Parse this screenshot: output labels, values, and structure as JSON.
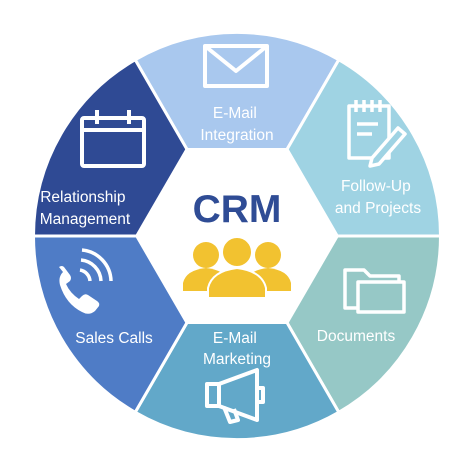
{
  "center": {
    "title": "CRM",
    "icon": "people-group-icon"
  },
  "segments": [
    {
      "id": "email-integration",
      "lines": [
        "E-Mail",
        "Integration"
      ],
      "icon": "envelope-icon",
      "color": "#a9c8ee"
    },
    {
      "id": "follow-up",
      "lines": [
        "Follow-Up",
        "and Projects"
      ],
      "icon": "notepad-pencil-icon",
      "color": "#9fd3e3"
    },
    {
      "id": "documents",
      "lines": [
        "Documents"
      ],
      "icon": "folder-icon",
      "color": "#96c8c6"
    },
    {
      "id": "email-marketing",
      "lines": [
        "E-Mail",
        "Marketing"
      ],
      "icon": "megaphone-icon",
      "color": "#62a8c9"
    },
    {
      "id": "sales-calls",
      "lines": [
        "Sales Calls"
      ],
      "icon": "phone-icon",
      "color": "#4f7cc6"
    },
    {
      "id": "relationship",
      "lines": [
        "Relationship",
        "Management"
      ],
      "icon": "calendar-icon",
      "color": "#2f4a94"
    }
  ],
  "colors": {
    "crm_text": "#2f4c95",
    "people_icon": "#f2c230",
    "hexagon_fill": "#ffffff",
    "icon_stroke": "#ffffff"
  }
}
